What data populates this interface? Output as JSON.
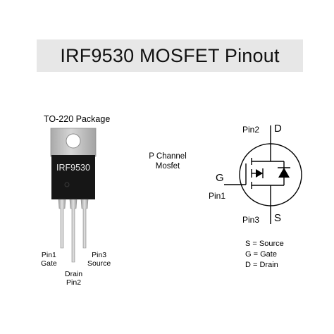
{
  "title": "IRF9530 MOSFET Pinout",
  "package": {
    "label": "TO-220 Package",
    "chip_marking": "IRF9530",
    "pins": {
      "pin1": {
        "line1": "Pin1",
        "line2": "Gate"
      },
      "pin2": {
        "line1": "Drain",
        "line2": "Pin2"
      },
      "pin3": {
        "line1": "Pin3",
        "line2": "Source"
      }
    }
  },
  "device_type": {
    "line1": "P Channel",
    "line2": "Mosfet"
  },
  "symbol": {
    "drain_pin": "Pin2",
    "drain_letter": "D",
    "gate_letter": "G",
    "gate_pin": "Pin1",
    "source_pin": "Pin3",
    "source_letter": "S"
  },
  "legend": {
    "source": "S = Source",
    "gate": "G = Gate",
    "drain": "D = Drain"
  },
  "colors": {
    "title_bg": "#e7e7e7",
    "tab": "#bdbdbd",
    "body": "#151515",
    "leads": "#c4c4c4"
  }
}
